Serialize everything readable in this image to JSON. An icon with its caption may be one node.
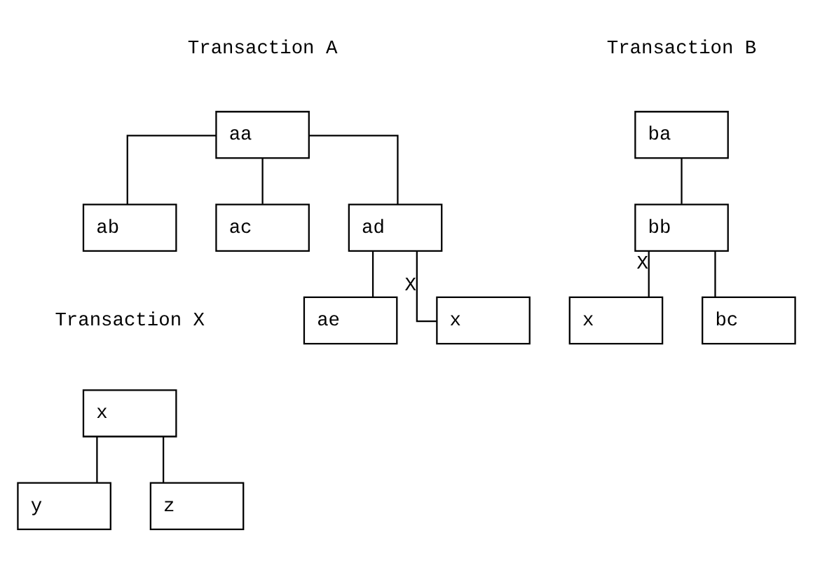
{
  "diagram": {
    "nodes": [
      {
        "text": [
          "aa"
        ]
      },
      {
        "text": [
          "ab"
        ]
      },
      {
        "text": [
          "ac"
        ]
      },
      {
        "text": [
          "ad"
        ]
      },
      {
        "text": [
          "ae"
        ]
      },
      {
        "text": [
          "x"
        ]
      },
      {
        "text": [
          "ba"
        ]
      },
      {
        "text": [
          "bb"
        ]
      },
      {
        "text": [
          "x"
        ]
      },
      {
        "text": [
          "bc"
        ]
      },
      {
        "text": [
          "x"
        ]
      },
      {
        "text": [
          "y"
        ]
      },
      {
        "text": [
          "z"
        ]
      }
    ],
    "edges": [
      {
        "from": 0,
        "to": 1,
        "arrow": "none"
      },
      {
        "from": 0,
        "to": 2,
        "arrow": "none"
      },
      {
        "from": 0,
        "to": 3,
        "arrow": "none"
      },
      {
        "from": 3,
        "to": 4,
        "arrow": "none"
      },
      {
        "from": 3,
        "to": 5,
        "arrow": "none",
        "label": "X"
      },
      {
        "from": 6,
        "to": 7,
        "arrow": "none"
      },
      {
        "from": 7,
        "to": 8,
        "arrow": "none",
        "label": "X"
      },
      {
        "from": 7,
        "to": 9,
        "arrow": "none"
      },
      {
        "from": 10,
        "to": 11,
        "arrow": "none"
      },
      {
        "from": 10,
        "to": 12,
        "arrow": "none"
      }
    ],
    "labels": [
      "Transaction A",
      "Transaction B",
      "Transaction X"
    ]
  }
}
